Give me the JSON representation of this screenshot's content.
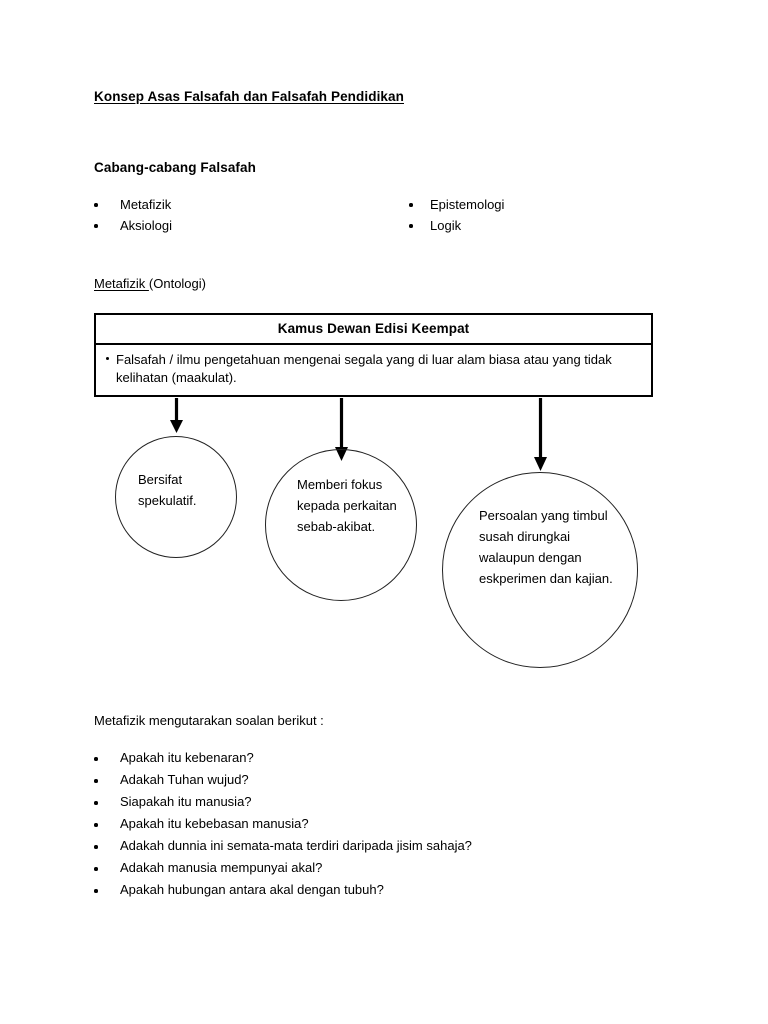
{
  "document": {
    "title": "Konsep Asas Falsafah dan Falsafah Pendidikan",
    "section_heading": "Cabang-cabang Falsafah"
  },
  "branches": {
    "left_column": [
      {
        "label": "Metafizik"
      },
      {
        "label": "Aksiologi"
      }
    ],
    "right_column": [
      {
        "label": "Epistemologi"
      },
      {
        "label": "Logik"
      }
    ]
  },
  "metafizik": {
    "label_underlined": "Metafizik ",
    "label_plain": "(Ontologi)"
  },
  "definition_box": {
    "header": "Kamus Dewan Edisi Keempat",
    "body": "Falsafah / ilmu pengetahuan mengenai segala yang di luar alam biasa atau yang tidak kelihatan (maakulat)."
  },
  "circles": [
    {
      "text": "Bersifat spekulatif."
    },
    {
      "text": "Memberi fokus kepada perkaitan sebab-akibat."
    },
    {
      "text": "Persoalan yang timbul susah dirungkai walaupun dengan eskperimen dan kajian."
    }
  ],
  "questions": {
    "intro": "Metafizik mengutarakan soalan berikut :",
    "items": [
      {
        "label": "Apakah itu kebenaran?"
      },
      {
        "label": "Adakah Tuhan wujud?"
      },
      {
        "label": "Siapakah itu manusia?"
      },
      {
        "label": "Apakah itu kebebasan manusia?"
      },
      {
        "label": "Adakah dunnia ini semata-mata terdiri daripada jisim sahaja?"
      },
      {
        "label": "Adakah manusia mempunyai akal?"
      },
      {
        "label": "Apakah hubungan antara akal dengan tubuh?"
      }
    ]
  },
  "colors": {
    "text": "#000000",
    "box_border": "#000000",
    "circle_border": "#222222",
    "page_background": "#ffffff"
  }
}
